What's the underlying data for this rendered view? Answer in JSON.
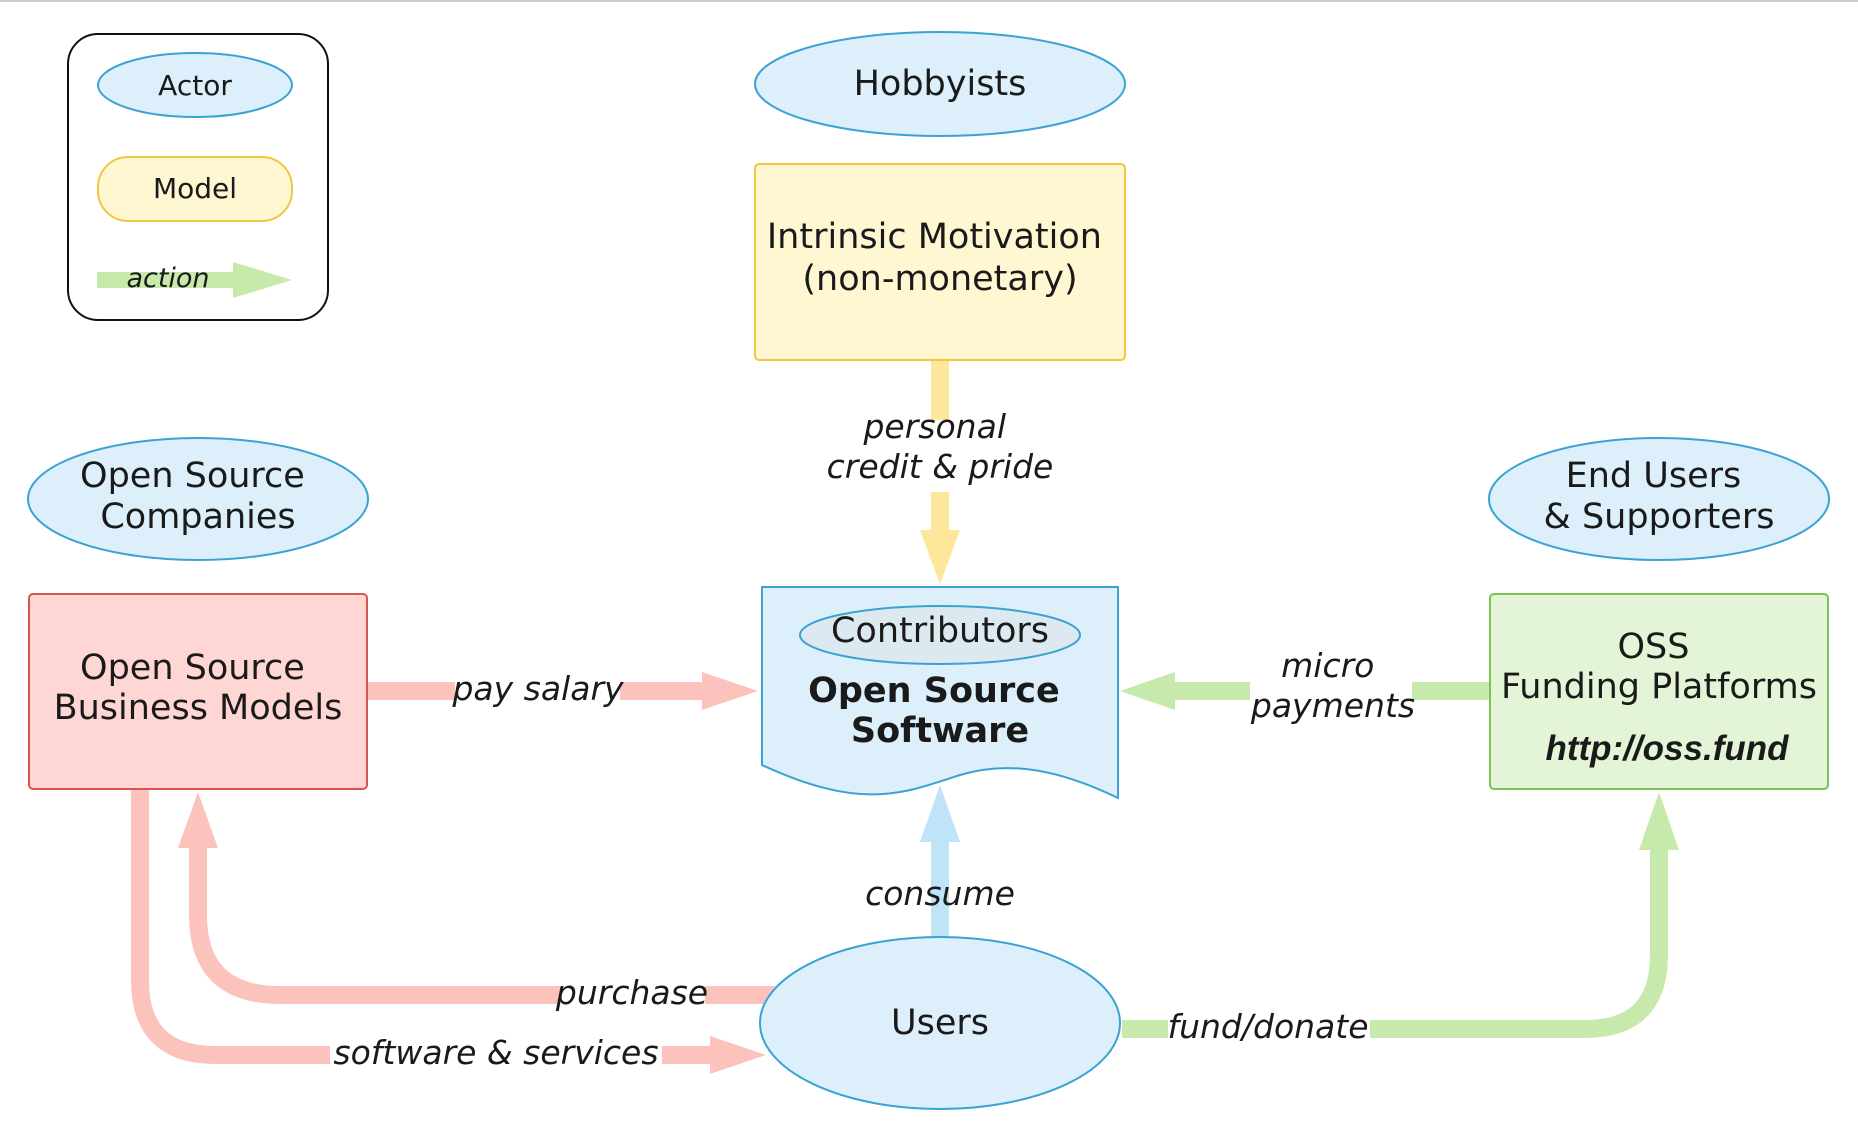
{
  "colors": {
    "actor_fill": "#ddeffa",
    "actor_stroke": "#3aa3d3",
    "model_fill": "#fff6d2",
    "model_stroke": "#f4c542",
    "red_fill": "#fed7d4",
    "red_stroke": "#d9534f",
    "green_fill": "#e3f5d6",
    "green_stroke": "#7cc153",
    "arrow_red": "#fcc3bc",
    "arrow_green": "#c7eaac",
    "arrow_yellow": "#fde79a",
    "arrow_blue": "#bfe3f7"
  },
  "legend": {
    "actor": "Actor",
    "model": "Model",
    "action": "action"
  },
  "actors": {
    "hobbyists": "Hobbyists",
    "companies": [
      "Open Source",
      "Companies"
    ],
    "end_users": [
      "End Users",
      "& Supporters"
    ],
    "users": "Users"
  },
  "models": {
    "intrinsic": [
      "Intrinsic Motivation",
      "(non-monetary)"
    ],
    "business": [
      "Open Source",
      "Business Models"
    ],
    "funding": [
      "OSS",
      "Funding Platforms"
    ],
    "funding_url": "http://oss.fund"
  },
  "oss": {
    "contributors": "Contributors",
    "title": [
      "Open Source",
      "Software"
    ]
  },
  "actions": {
    "personal_credit": [
      "personal",
      "credit & pride"
    ],
    "pay_salary": "pay salary",
    "micro_payments": [
      "micro",
      "payments"
    ],
    "consume": "consume",
    "purchase": "purchase",
    "software_services": "software & services",
    "fund_donate": "fund/donate"
  }
}
